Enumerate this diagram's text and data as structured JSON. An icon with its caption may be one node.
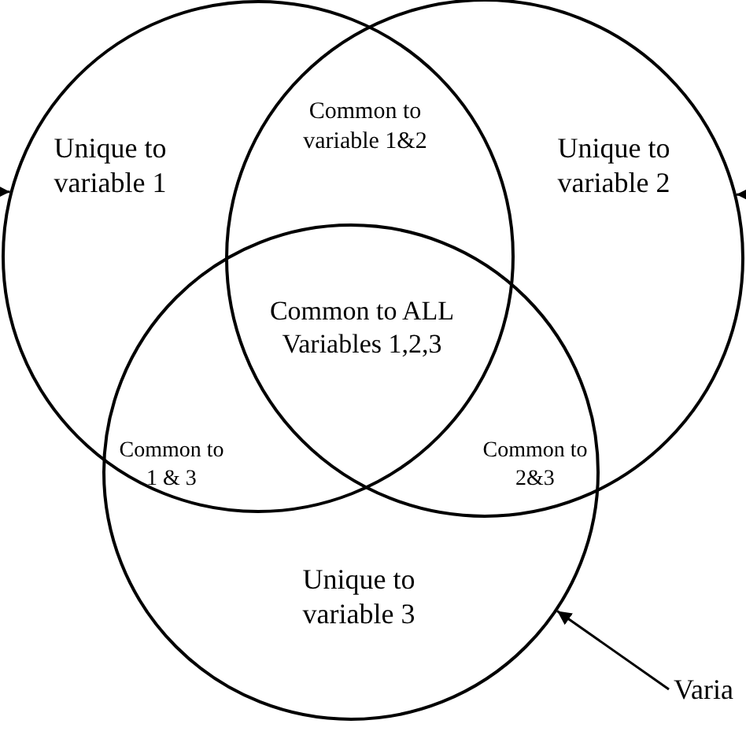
{
  "diagram": {
    "nodes": [
      {
        "text": [
          "Unique to variable 1"
        ]
      },
      {
        "text": [
          "Unique to variable 2"
        ]
      },
      {
        "text": [
          "Unique to variable 3"
        ]
      },
      {
        "text": [
          "Varia"
        ]
      }
    ],
    "edges": [
      {
        "from": 3,
        "to": 2,
        "arrow": "to"
      },
      {
        "from": null,
        "to": 1,
        "arrow": "to"
      },
      {
        "from": null,
        "to": 0,
        "arrow": "to"
      }
    ],
    "labels": [
      "Common to variable 1&2",
      "Common to ALL Variables 1,2,3",
      "Common to 1 & 3",
      "Common to 2&3"
    ]
  }
}
